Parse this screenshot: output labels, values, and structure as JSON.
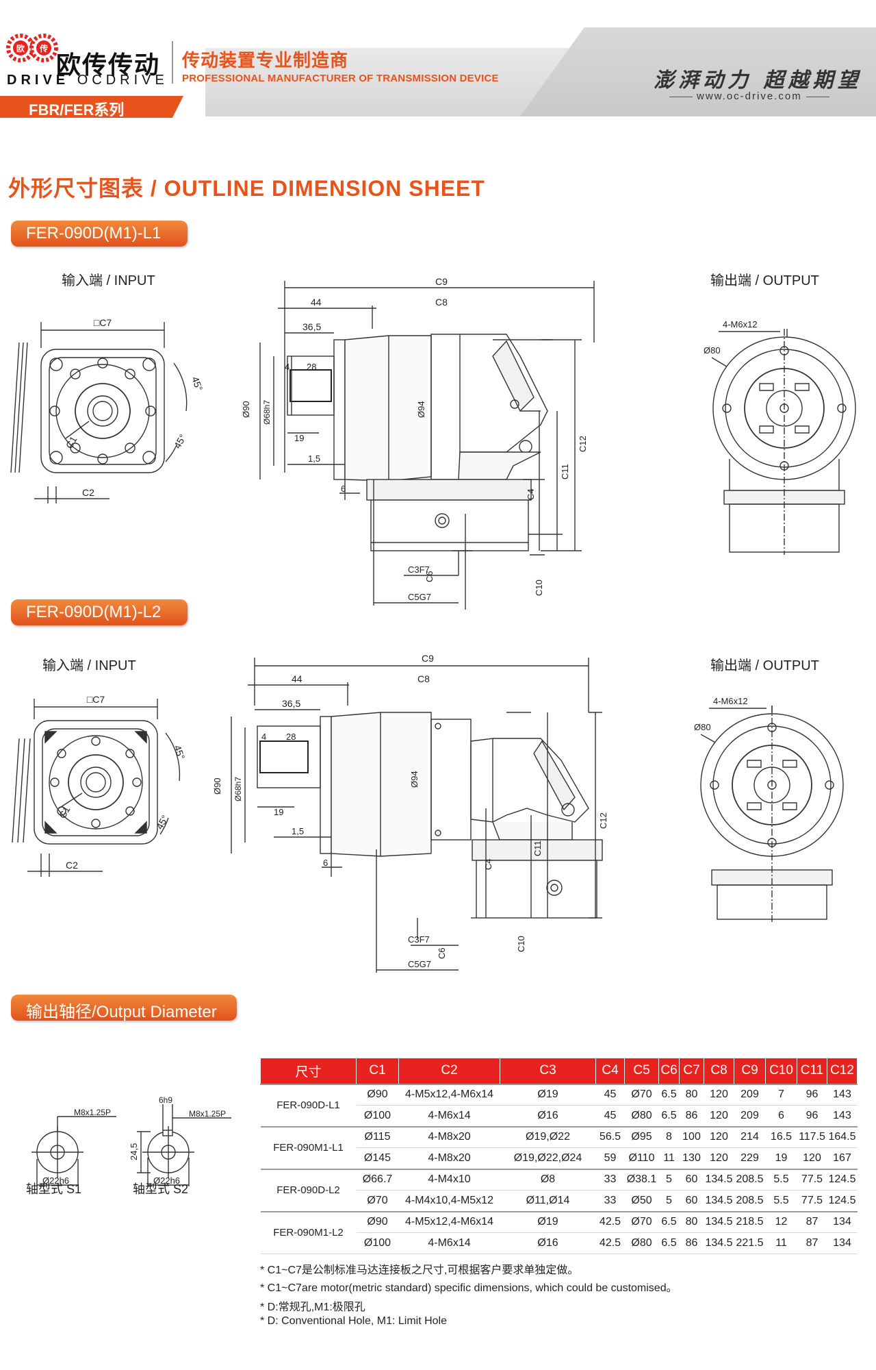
{
  "header": {
    "brand_cn": "欧传传动",
    "brand_en_bold": "DRIVE",
    "brand_en_light": "OCDRIVE",
    "logo_marks": [
      "欧",
      "传"
    ],
    "tagline_cn": "传动装置专业制造商",
    "tagline_en": "PROFESSIONAL MANUFACTURER OF TRANSMISSION DEVICE",
    "slogan": "澎湃动力 超越期望",
    "website": "www.oc-drive.com",
    "series": "FBR/FER系列"
  },
  "sheet_title": "外形尺寸图表 / OUTLINE DIMENSION SHEET",
  "models": [
    {
      "name": "FER-090D(M1)-L1",
      "input_label": "输入端 / INPUT",
      "output_label": "输出端 / OUTPUT",
      "dims": {
        "C9": "C9",
        "C8": "C8",
        "d44": "44",
        "d365": "36,5",
        "d4": "4",
        "d28": "28",
        "d19": "19",
        "d15": "1,5",
        "d6": "6",
        "phi90": "Ø90",
        "phi68": "Ø68h7",
        "phi94": "Ø94",
        "C12": "C12",
        "C11": "C11",
        "C4": "C4",
        "C3": "C3F7",
        "C5": "C5G7",
        "C6": "C6",
        "C10": "C10",
        "C7": "□C7",
        "C1": "C1",
        "C2": "C2",
        "a45a": "45°",
        "a45b": "45°",
        "m6": "4-M6x12",
        "phi80": "Ø80"
      }
    },
    {
      "name": "FER-090D(M1)-L2",
      "input_label": "输入端 / INPUT",
      "output_label": "输出端 / OUTPUT",
      "dims": {
        "C9": "C9",
        "C8": "C8",
        "d44": "44",
        "d365": "36,5",
        "d4": "4",
        "d28": "28",
        "d19": "19",
        "d15": "1,5",
        "d6": "6",
        "phi90": "Ø90",
        "phi68": "Ø68h7",
        "phi94": "Ø94",
        "C12": "C12",
        "C11": "C11",
        "C4": "C4",
        "C3": "C3F7",
        "C5": "C5G7",
        "C6": "C6",
        "C10": "C10",
        "C7": "□C7",
        "C1": "C1",
        "C2": "C2",
        "a45a": "45°",
        "a45b": "45°",
        "m6": "4-M6x12",
        "phi80": "Ø80"
      }
    }
  ],
  "output_diameter": {
    "title": "输出轴径/Output Diameter",
    "s1": {
      "label": "轴型式 S1",
      "thread": "M8x1.25P",
      "dia": "Ø22h6"
    },
    "s2": {
      "label": "轴型式 S2",
      "thread": "M8x1.25P",
      "dia": "Ø22h6",
      "key": "6h9",
      "height": "24,5"
    }
  },
  "table": {
    "headers": [
      "尺寸",
      "C1",
      "C2",
      "C3",
      "C4",
      "C5",
      "C6",
      "C7",
      "C8",
      "C9",
      "C10",
      "C11",
      "C12"
    ],
    "groups": [
      {
        "model": "FER-090D-L1",
        "rows": [
          [
            "Ø90",
            "4-M5x12,4-M6x14",
            "Ø19",
            "45",
            "Ø70",
            "6.5",
            "80",
            "120",
            "209",
            "7",
            "96",
            "143"
          ],
          [
            "Ø100",
            "4-M6x14",
            "Ø16",
            "45",
            "Ø80",
            "6.5",
            "86",
            "120",
            "209",
            "6",
            "96",
            "143"
          ]
        ]
      },
      {
        "model": "FER-090M1-L1",
        "rows": [
          [
            "Ø115",
            "4-M8x20",
            "Ø19,Ø22",
            "56.5",
            "Ø95",
            "8",
            "100",
            "120",
            "214",
            "16.5",
            "117.5",
            "164.5"
          ],
          [
            "Ø145",
            "4-M8x20",
            "Ø19,Ø22,Ø24",
            "59",
            "Ø110",
            "11",
            "130",
            "120",
            "229",
            "19",
            "120",
            "167"
          ]
        ]
      },
      {
        "model": "FER-090D-L2",
        "rows": [
          [
            "Ø66.7",
            "4-M4x10",
            "Ø8",
            "33",
            "Ø38.1",
            "5",
            "60",
            "134.5",
            "208.5",
            "5.5",
            "77.5",
            "124.5"
          ],
          [
            "Ø70",
            "4-M4x10,4-M5x12",
            "Ø11,Ø14",
            "33",
            "Ø50",
            "5",
            "60",
            "134.5",
            "208.5",
            "5.5",
            "77.5",
            "124.5"
          ]
        ]
      },
      {
        "model": "FER-090M1-L2",
        "rows": [
          [
            "Ø90",
            "4-M5x12,4-M6x14",
            "Ø19",
            "42.5",
            "Ø70",
            "6.5",
            "80",
            "134.5",
            "218.5",
            "12",
            "87",
            "134"
          ],
          [
            "Ø100",
            "4-M6x14",
            "Ø16",
            "42.5",
            "Ø80",
            "6.5",
            "86",
            "134.5",
            "221.5",
            "11",
            "87",
            "134"
          ]
        ]
      }
    ]
  },
  "notes": [
    "* C1~C7是公制标准马达连接板之尺寸,可根据客户要求单独定做。",
    "* C1~C7are motor(metric standard)  specific dimensions, which could be customised。",
    "* D:常规孔,M1:极限孔",
    "* D: Conventional Hole, M1: Limit Hole"
  ],
  "colors": {
    "accent": "#e8531c",
    "table_header": "#e8221e",
    "line": "#333333"
  }
}
